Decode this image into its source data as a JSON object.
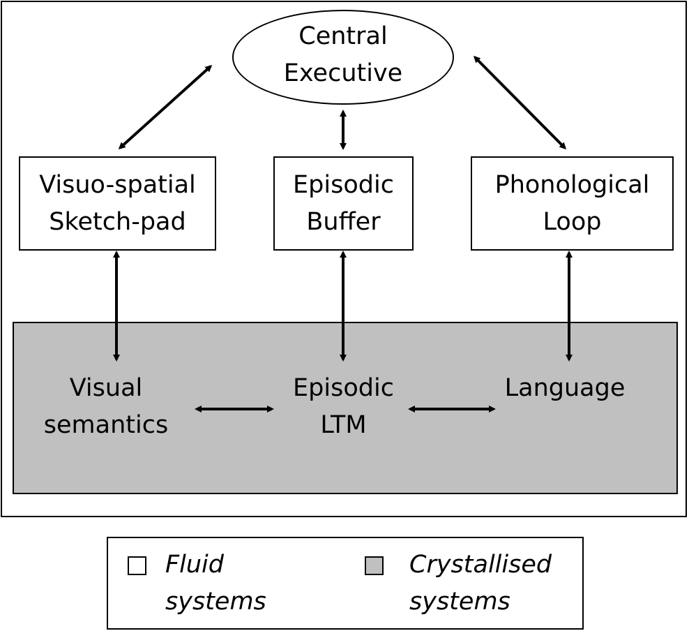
{
  "nodes": {
    "central_executive": {
      "line1": "Central",
      "line2": "Executive"
    },
    "visuo_spatial": {
      "line1": "Visuo-spatial",
      "line2": "Sketch-pad"
    },
    "episodic_buffer": {
      "line1": "Episodic",
      "line2": "Buffer"
    },
    "phonological_loop": {
      "line1": "Phonological",
      "line2": "Loop"
    },
    "visual_semantics": {
      "line1": "Visual",
      "line2": "semantics"
    },
    "episodic_ltm": {
      "line1": "Episodic",
      "line2": "LTM"
    },
    "language": {
      "line1": "Language"
    }
  },
  "legend": {
    "fluid": {
      "line1": "Fluid",
      "line2": "systems",
      "color": "#ffffff"
    },
    "crystallised": {
      "line1": "Crystallised",
      "line2": "systems",
      "color": "#c0c0c0"
    }
  }
}
